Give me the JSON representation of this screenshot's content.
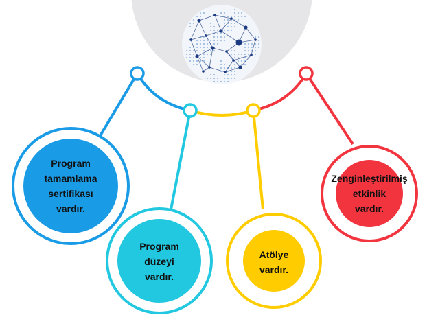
{
  "colors": {
    "blue": "#1a9be6",
    "cyan": "#22c7e0",
    "yellow": "#ffcc00",
    "red": "#f2343f",
    "hub": "#e6e6e8",
    "globe": "#1c3a82",
    "white": "#ffffff"
  },
  "hub": {
    "icon": "globe-network-icon"
  },
  "nodes": [
    {
      "id": "blue",
      "color": "blue",
      "label": "Program\ntamamlama\nsertifikası\nvardır."
    },
    {
      "id": "cyan",
      "color": "cyan",
      "label": "Program\ndüzeyi\nvardır."
    },
    {
      "id": "yellow",
      "color": "yellow",
      "label": "Atölye\nvardır."
    },
    {
      "id": "red",
      "color": "red",
      "label": "Zenginleştirilmiş\netkinlik\nvardır."
    }
  ]
}
